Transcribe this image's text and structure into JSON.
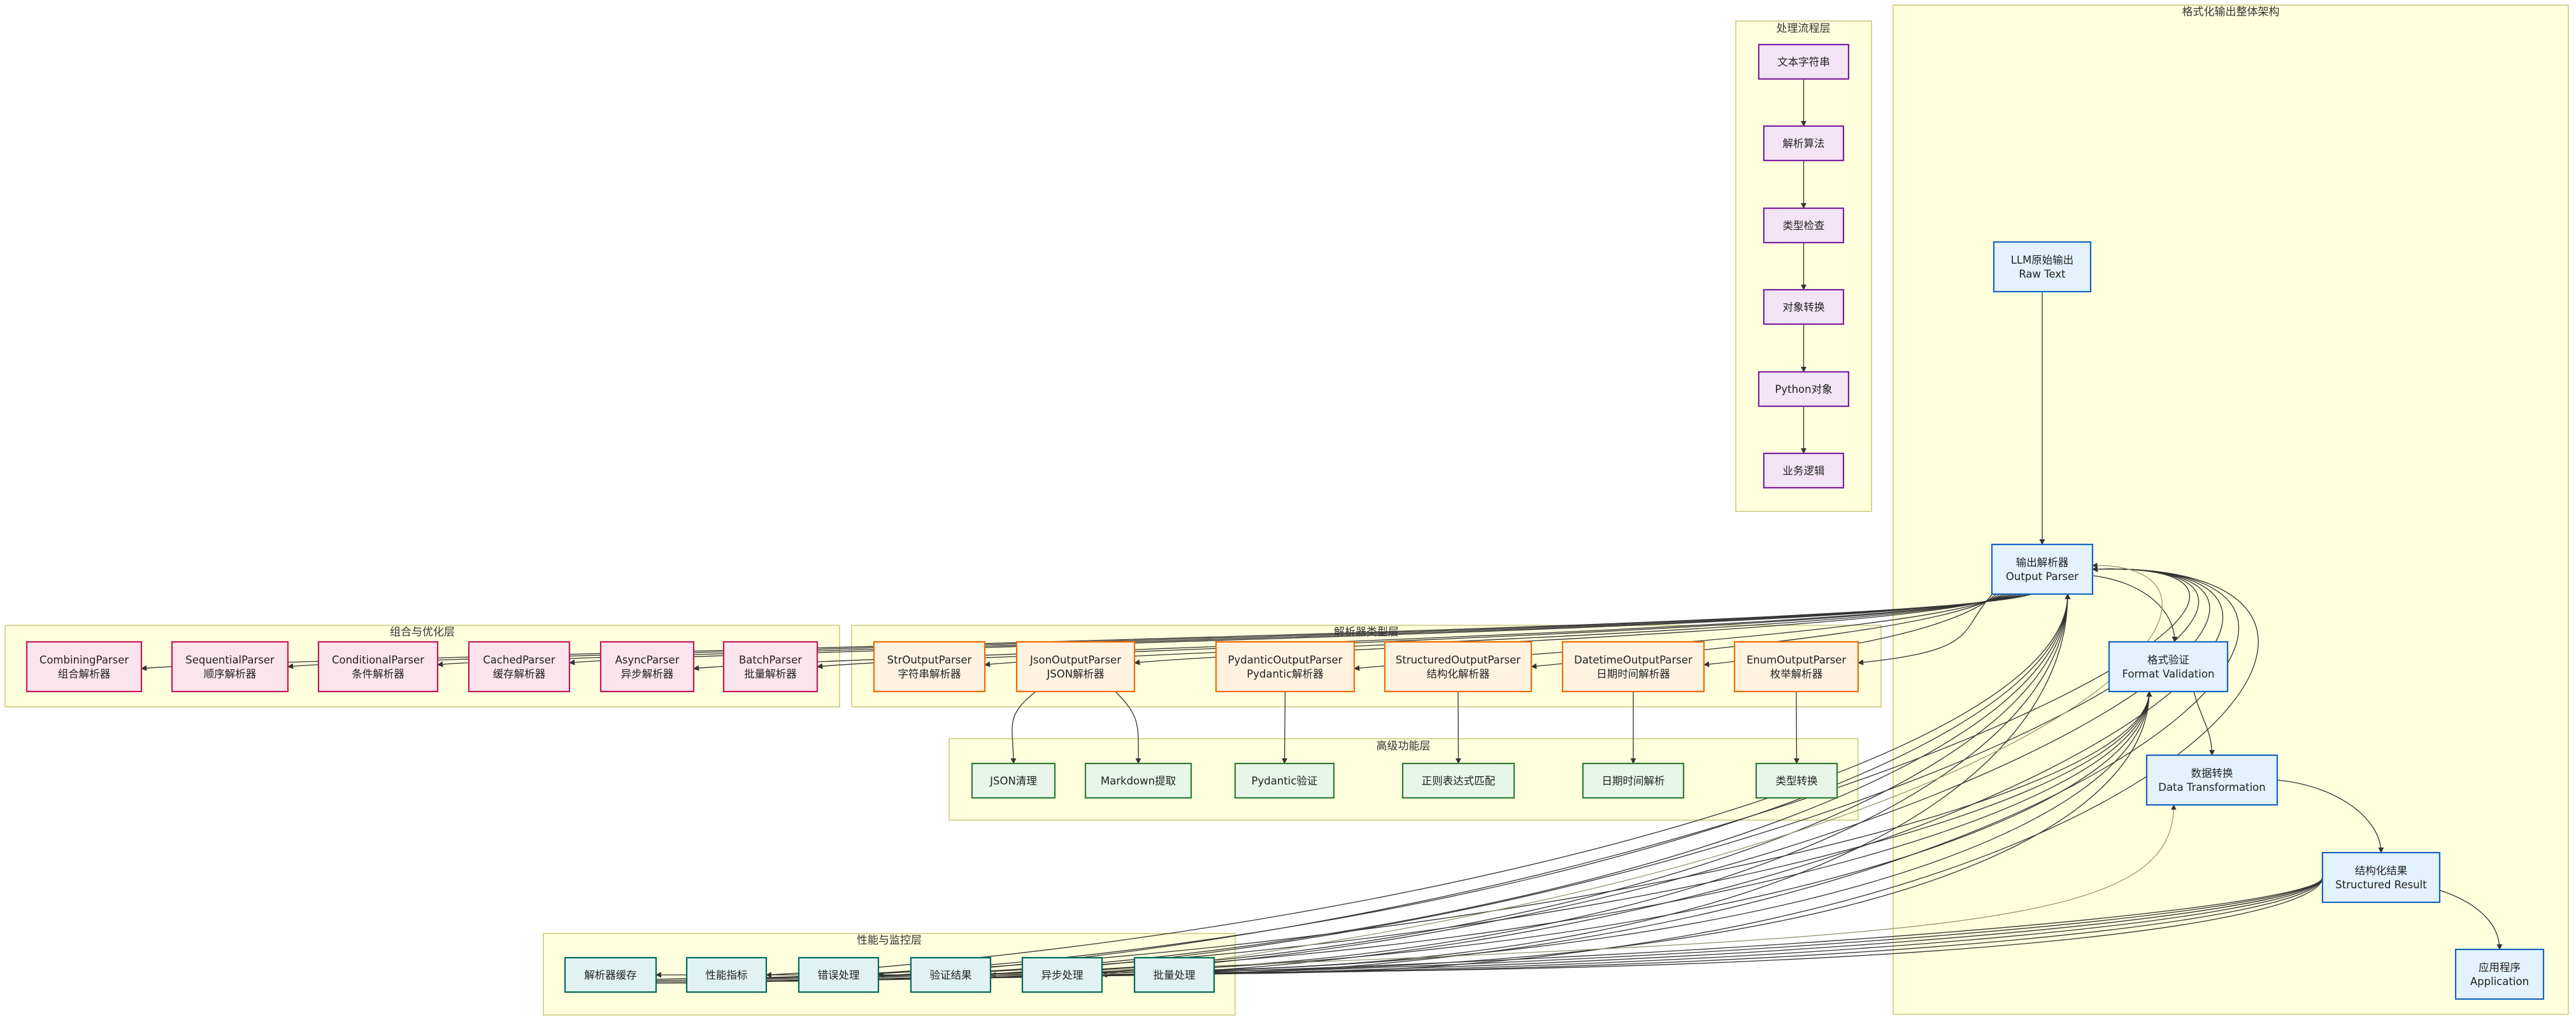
{
  "colors": {
    "group_fill": "#ffffde",
    "group_border": "#c8c87a",
    "main_fill": "#e3f2fd",
    "main_border": "#1565c0",
    "process_fill": "#f3e5f5",
    "process_border": "#7b1fa2",
    "parser_fill": "#fff3e0",
    "parser_border": "#ef6c00",
    "combine_fill": "#fce4ec",
    "combine_border": "#c2185b",
    "feature_fill": "#e8f5e9",
    "feature_border": "#2e7d32",
    "perf_fill": "#e0f2f1",
    "perf_border": "#00695c"
  },
  "groups": {
    "arch": "格式化输出整体架构",
    "flow": "处理流程层",
    "types": "解析器类型层",
    "combo": "组合与优化层",
    "adv": "高级功能层",
    "perf": "性能与监控层"
  },
  "nodes": {
    "llm": [
      "LLM原始输出",
      "Raw Text"
    ],
    "op": [
      "输出解析器",
      "Output Parser"
    ],
    "fv": [
      "格式验证",
      "Format Validation"
    ],
    "dt": [
      "数据转换",
      "Data Transformation"
    ],
    "sr": [
      "结构化结果",
      "Structured Result"
    ],
    "app": [
      "应用程序",
      "Application"
    ],
    "t1": [
      "文本字符串"
    ],
    "t2": [
      "解析算法"
    ],
    "t3": [
      "类型检查"
    ],
    "t4": [
      "对象转换"
    ],
    "t5": [
      "Python对象"
    ],
    "t6": [
      "业务逻辑"
    ],
    "str": [
      "StrOutputParser",
      "字符串解析器"
    ],
    "json": [
      "JsonOutputParser",
      "JSON解析器"
    ],
    "pyd": [
      "PydanticOutputParser",
      "Pydantic解析器"
    ],
    "struct": [
      "StructuredOutputParser",
      "结构化解析器"
    ],
    "dtp": [
      "DatetimeOutputParser",
      "日期时间解析器"
    ],
    "enum": [
      "EnumOutputParser",
      "枚举解析器"
    ],
    "batch": [
      "BatchParser",
      "批量解析器"
    ],
    "async": [
      "AsyncParser",
      "异步解析器"
    ],
    "cached": [
      "CachedParser",
      "缓存解析器"
    ],
    "cond": [
      "ConditionalParser",
      "条件解析器"
    ],
    "seq": [
      "SequentialParser",
      "顺序解析器"
    ],
    "comb": [
      "CombiningParser",
      "组合解析器"
    ],
    "a1": [
      "JSON清理"
    ],
    "a2": [
      "Markdown提取"
    ],
    "a3": [
      "Pydantic验证"
    ],
    "a4": [
      "正则表达式匹配"
    ],
    "a5": [
      "日期时间解析"
    ],
    "a6": [
      "类型转换"
    ],
    "p1": [
      "批量处理"
    ],
    "p2": [
      "异步处理"
    ],
    "p3": [
      "验证结果"
    ],
    "p4": [
      "错误处理"
    ],
    "p5": [
      "性能指标"
    ],
    "p6": [
      "解析器缓存"
    ]
  }
}
